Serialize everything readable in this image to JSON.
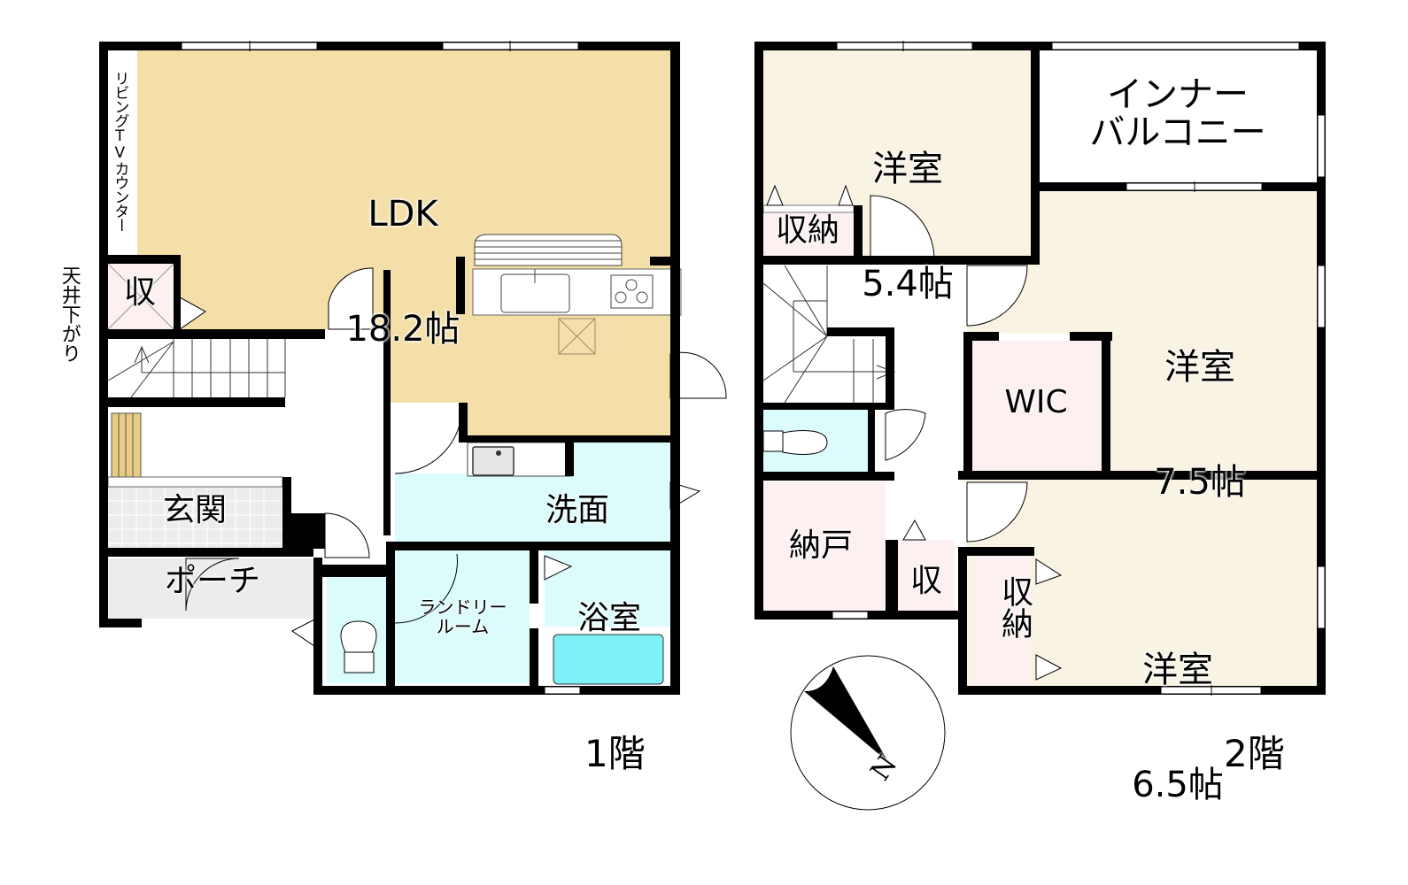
{
  "colors": {
    "wall": "#000000",
    "ldk": "#f5dfa8",
    "western_room": "#f9f3e4",
    "storage": "#fcf0f0",
    "wet_area": "#dcfcfc",
    "bathtub": "#7ef0f8",
    "entrance": "#ececec",
    "stair_wood": "#e8cc84",
    "window": "#ffffff"
  },
  "floor1": {
    "caption": "1階",
    "rooms": {
      "ldk": {
        "name": "LDK",
        "size": "18.2帖"
      },
      "tv_counter": "リビングTVカウンター",
      "storage": "収",
      "ceiling_note": "天井下がり",
      "entrance": "玄関",
      "porch": "ポーチ",
      "washroom": "洗面",
      "laundry": "ランドリー\nルーム",
      "bathroom": "浴室"
    }
  },
  "floor2": {
    "caption": "2階",
    "rooms": {
      "western_a": {
        "name": "洋室",
        "size": "5.4帖"
      },
      "western_a_storage": "収納",
      "inner_balcony": "インナー\nバルコニー",
      "western_b": {
        "name": "洋室",
        "size": "7.5帖"
      },
      "wic": "WIC",
      "closet_room": "納戸",
      "storage_small": "収",
      "western_c": {
        "name": "洋室",
        "size": "6.5帖"
      },
      "western_c_storage": "収納"
    }
  },
  "compass": {
    "label": "N",
    "icon": "north-arrow-icon"
  }
}
